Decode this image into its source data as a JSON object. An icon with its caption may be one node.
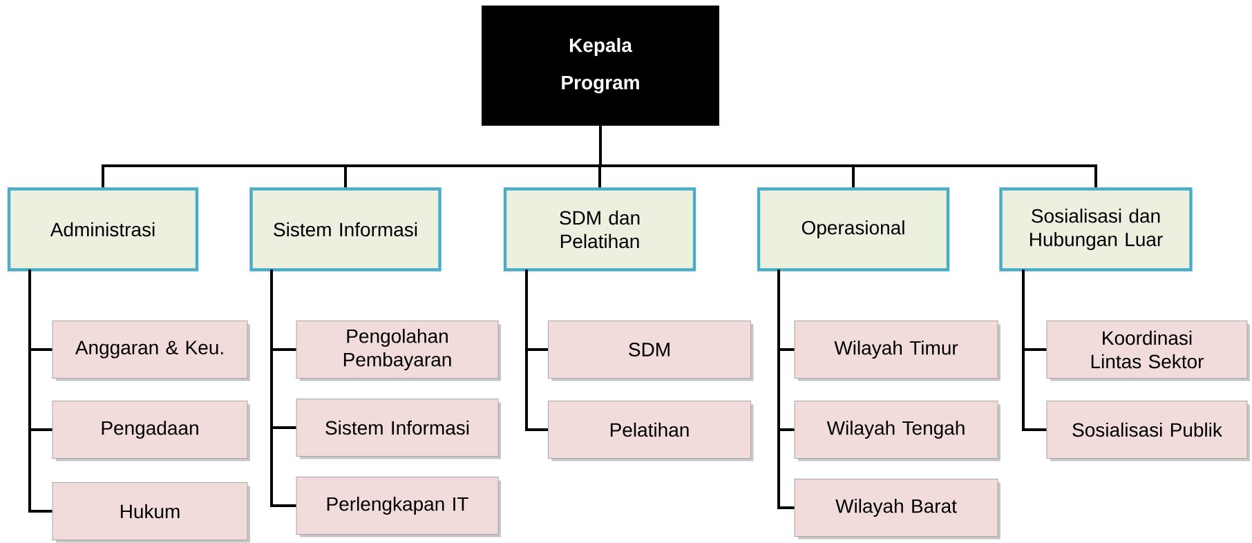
{
  "diagram": {
    "nodes": [
      {
        "text": [
          "Kepala Program"
        ]
      },
      {
        "text": [
          "Administrasi"
        ]
      },
      {
        "text": [
          "Anggaran & Keu."
        ]
      },
      {
        "text": [
          "Pengadaan"
        ]
      },
      {
        "text": [
          "Hukum"
        ]
      },
      {
        "text": [
          "Sistem Informasi"
        ]
      },
      {
        "text": [
          "Pengolahan Pembayaran"
        ]
      },
      {
        "text": [
          "Sistem Informasi"
        ]
      },
      {
        "text": [
          "Perlengkapan IT"
        ]
      },
      {
        "text": [
          "SDM dan Pelatihan"
        ]
      },
      {
        "text": [
          "SDM"
        ]
      },
      {
        "text": [
          "Pelatihan"
        ]
      },
      {
        "text": [
          "Operasional"
        ]
      },
      {
        "text": [
          "Wilayah Timur"
        ]
      },
      {
        "text": [
          "Wilayah Tengah"
        ]
      },
      {
        "text": [
          "Wilayah Barat"
        ]
      },
      {
        "text": [
          "Sosialisasi dan Hubungan Luar"
        ]
      },
      {
        "text": [
          "Koordinasi Lintas Sektor"
        ]
      },
      {
        "text": [
          "Sosialisasi Publik"
        ]
      }
    ],
    "edges": [
      {
        "from": 0,
        "to": 1,
        "arrow": "none"
      },
      {
        "from": 0,
        "to": 5,
        "arrow": "none"
      },
      {
        "from": 0,
        "to": 9,
        "arrow": "none"
      },
      {
        "from": 0,
        "to": 12,
        "arrow": "none"
      },
      {
        "from": 0,
        "to": 16,
        "arrow": "none"
      },
      {
        "from": 1,
        "to": 2,
        "arrow": "none"
      },
      {
        "from": 1,
        "to": 3,
        "arrow": "none"
      },
      {
        "from": 1,
        "to": 4,
        "arrow": "none"
      },
      {
        "from": 5,
        "to": 6,
        "arrow": "none"
      },
      {
        "from": 5,
        "to": 7,
        "arrow": "none"
      },
      {
        "from": 5,
        "to": 8,
        "arrow": "none"
      },
      {
        "from": 9,
        "to": 10,
        "arrow": "none"
      },
      {
        "from": 9,
        "to": 11,
        "arrow": "none"
      },
      {
        "from": 12,
        "to": 13,
        "arrow": "none"
      },
      {
        "from": 12,
        "to": 14,
        "arrow": "none"
      },
      {
        "from": 12,
        "to": 15,
        "arrow": "none"
      },
      {
        "from": 16,
        "to": 17,
        "arrow": "none"
      },
      {
        "from": 16,
        "to": 18,
        "arrow": "none"
      }
    ]
  }
}
